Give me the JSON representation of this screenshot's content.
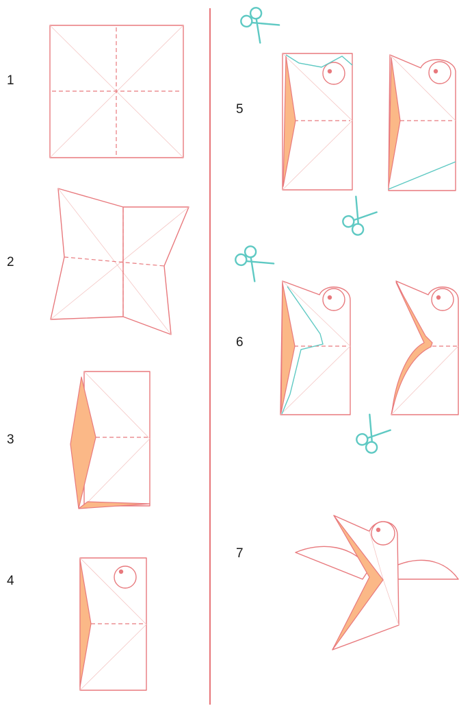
{
  "colors": {
    "line": "#e8797d",
    "faint": "#f4c5c3",
    "fold": "#fbb887",
    "cut": "#5ec9c3",
    "paper": "#ffffff",
    "divider": "#e8797d",
    "text": "#1a1a1a"
  },
  "steps": [
    {
      "number": "1"
    },
    {
      "number": "2"
    },
    {
      "number": "3"
    },
    {
      "number": "4"
    },
    {
      "number": "5"
    },
    {
      "number": "6"
    },
    {
      "number": "7"
    }
  ],
  "icons": {
    "scissors": "scissors-icon"
  }
}
